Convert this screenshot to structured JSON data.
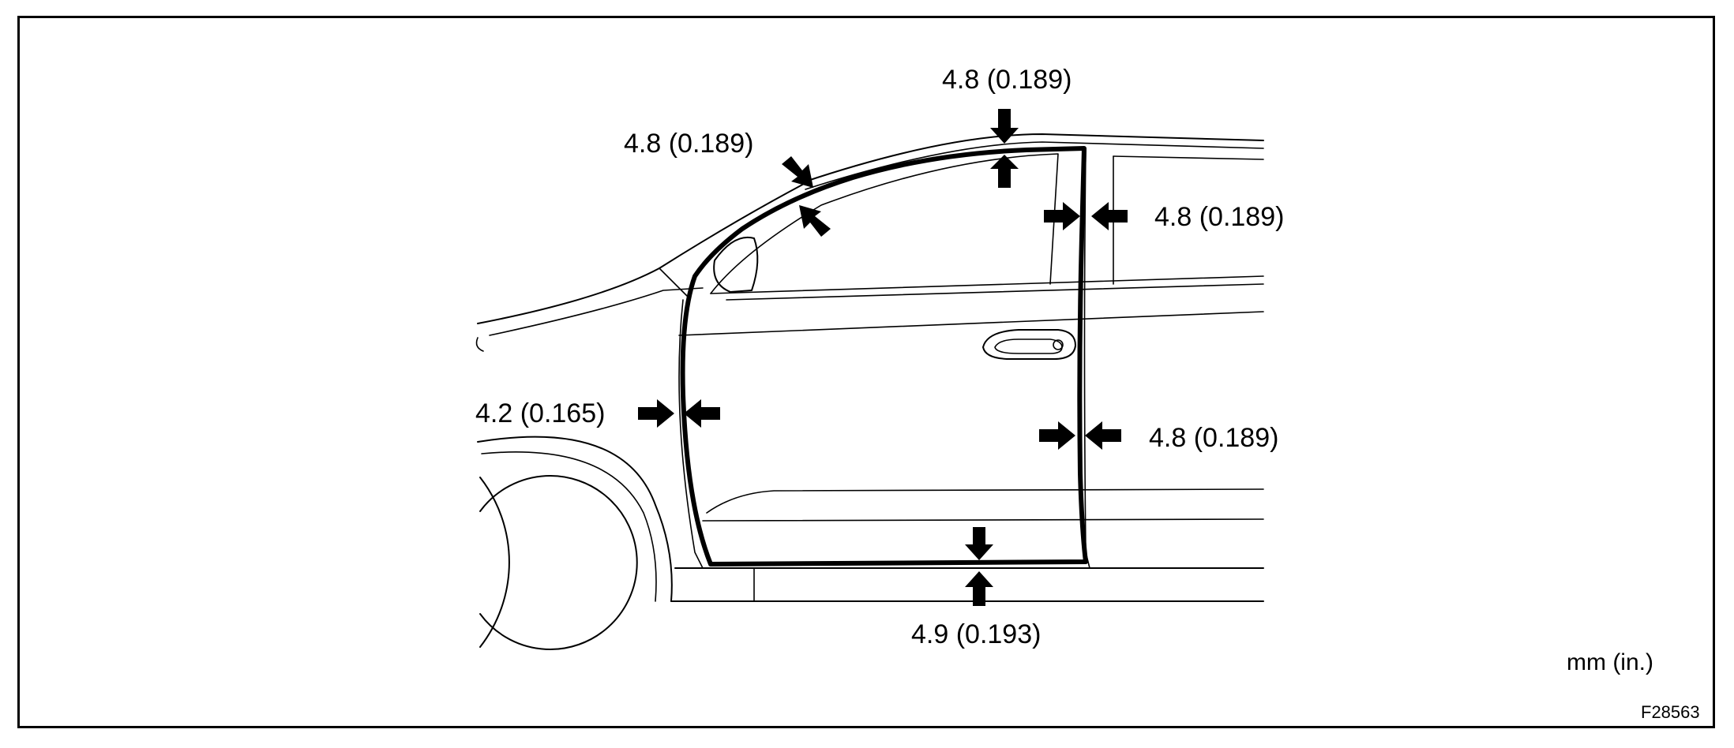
{
  "diagram": {
    "measurements": [
      {
        "id": "roof-top",
        "label": "4.8 (0.189)"
      },
      {
        "id": "pillar-a-upper",
        "label": "4.8 (0.189)"
      },
      {
        "id": "pillar-b-upper",
        "label": "4.8 (0.189)"
      },
      {
        "id": "front-edge",
        "label": "4.2 (0.165)"
      },
      {
        "id": "rear-edge",
        "label": "4.8 (0.189)"
      },
      {
        "id": "bottom-edge",
        "label": "4.9 (0.193)"
      }
    ],
    "units": "mm (in.)",
    "figure_code": "F28563"
  }
}
